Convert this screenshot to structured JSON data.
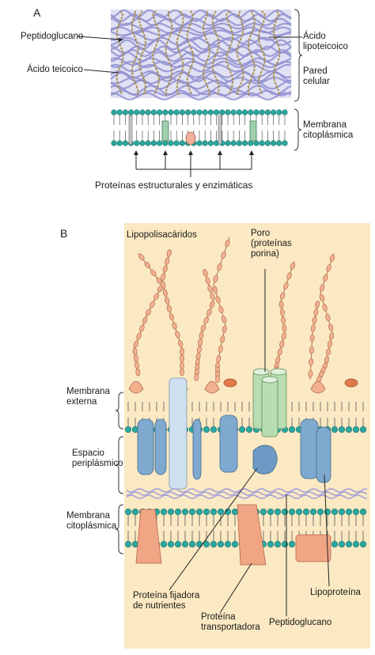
{
  "panel_a": {
    "letter": "A",
    "labels": {
      "peptidoglycan": "Peptidoglucano",
      "teichoic_acid": "Ácido teicoico",
      "lipoteichoic_acid": "Ácido\nlipoteicoico",
      "cell_wall": "Pared\ncelular",
      "cytoplasmic_membrane": "Membrana\ncitoplásmica",
      "proteins": "Proteínas estructurales y enzimáticas"
    }
  },
  "panel_b": {
    "letter": "B",
    "labels": {
      "lipopolysaccharides": "Lipopolisacáridos",
      "pore": "Poro\n(proteínas\nporina)",
      "outer_membrane": "Membrana\nexterna",
      "periplasmic_space": "Espacio\nperiplásmico",
      "cytoplasmic_membrane": "Membrana\ncitoplásmica",
      "nutrient_binding_protein": "Proteína fijadora\nde nutrientes",
      "transport_protein": "Proteína\ntransportadora",
      "peptidoglycan": "Peptidoglucano",
      "lipoprotein": "Lipoproteína"
    }
  },
  "colors": {
    "mesh_purple": "#8f8fd0",
    "mesh_gold": "#a8904a",
    "head_teal": "#2aa8a0",
    "panel_b_bg": "#fbe9c3",
    "protein_blue": "#7fa9cf",
    "protein_salmon": "#f0a585",
    "porin_green": "#b9dcb3",
    "lps_salmon": "#f2b08e"
  }
}
